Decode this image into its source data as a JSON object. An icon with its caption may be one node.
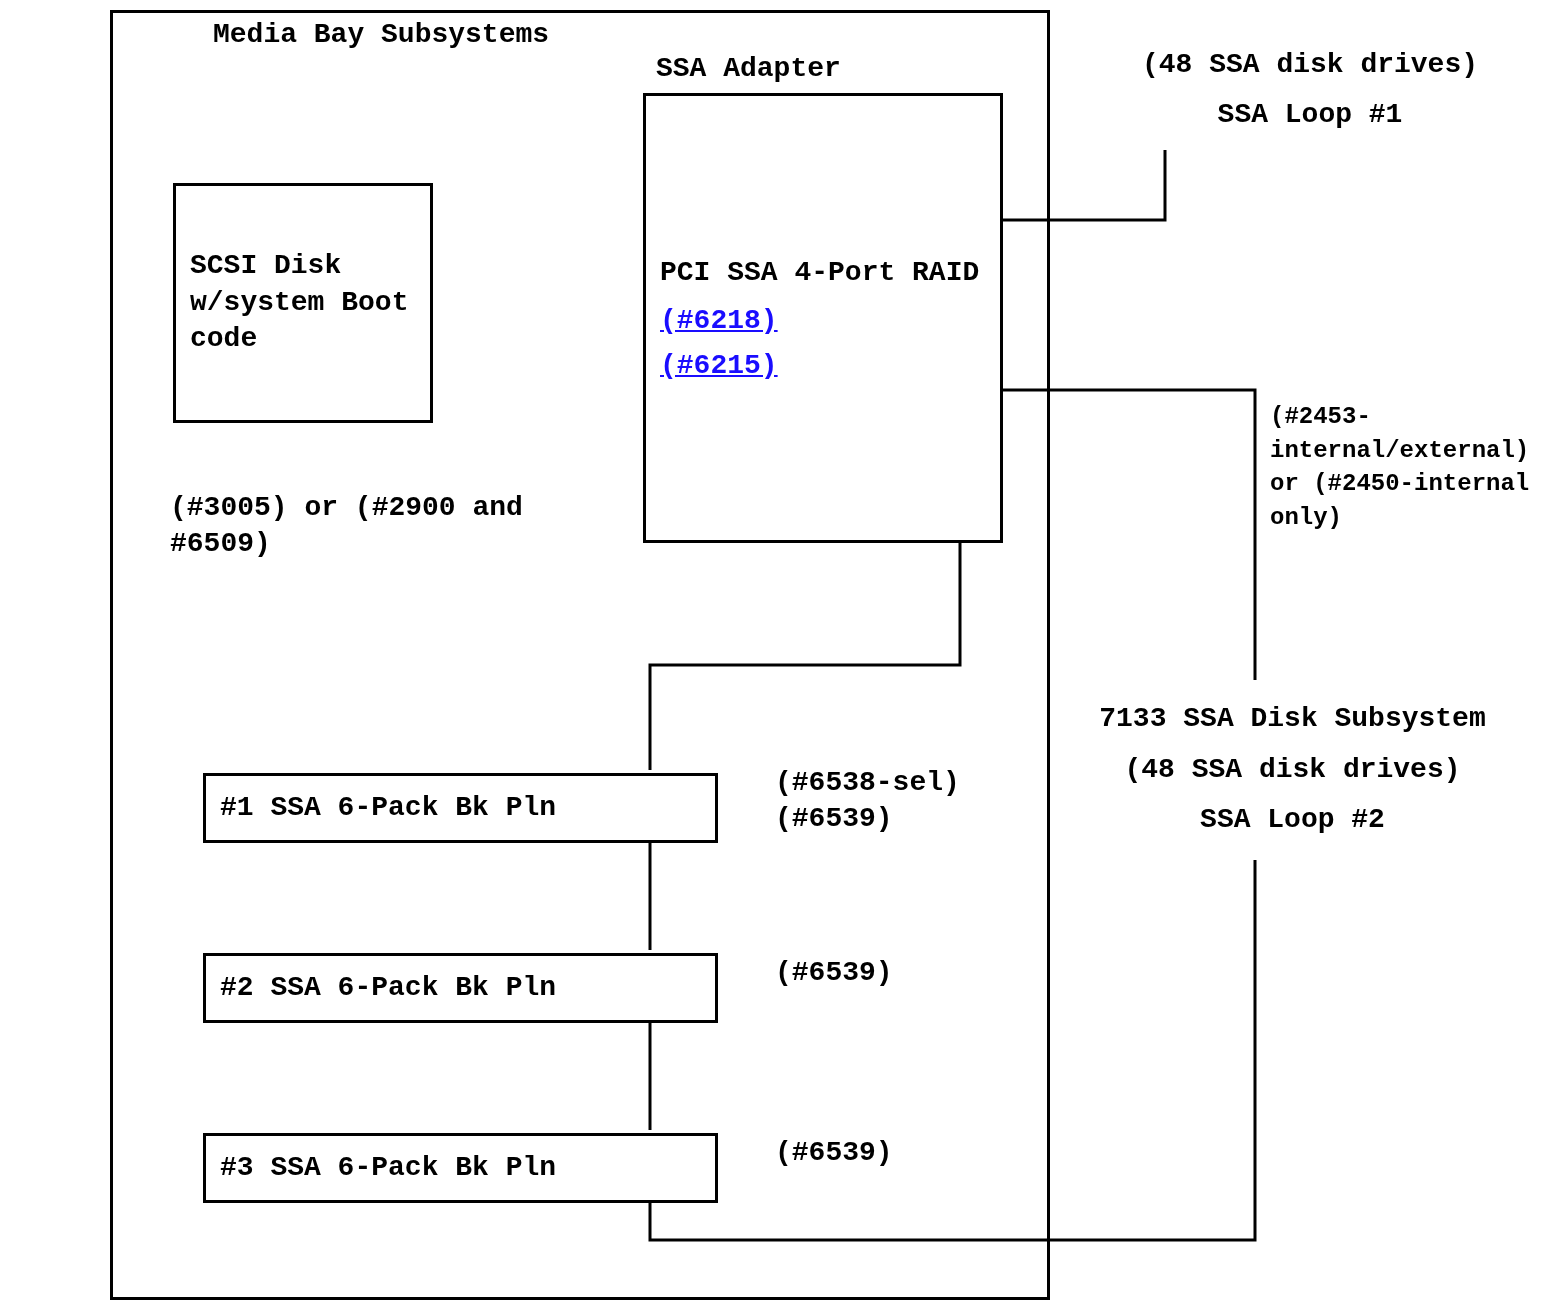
{
  "diagram": {
    "nodes": [
      {
        "text": [
          "Media Bay Subsystems"
        ]
      },
      {
        "text": [
          "SCSI Disk w/system Boot code"
        ],
        "in": 0,
        "beside": [
          "(#3005) or (#2900 and #6509)"
        ]
      },
      {
        "text": [
          "SSA Adapter",
          "PCI SSA 4-Port RAID",
          "(#6218)",
          "(#6215)"
        ],
        "in": 0
      },
      {
        "text": [
          "#1 SSA 6-Pack Bk Pln"
        ],
        "in": 0,
        "beside": [
          "(#6538-sel)",
          "(#6539)"
        ]
      },
      {
        "text": [
          "#2 SSA 6-Pack Bk Pln"
        ],
        "in": 0,
        "beside": [
          "(#6539)"
        ]
      },
      {
        "text": [
          "#3 SSA 6-Pack Bk Pln"
        ],
        "in": 0,
        "beside": [
          "(#6539)"
        ]
      },
      {
        "text": [
          "7133 SSA Disk Subsystem",
          "(48 SSA disk drives)",
          "SSA Loop #2"
        ]
      },
      {
        "text": [
          "(48 SSA disk drives)",
          "SSA Loop #1"
        ]
      }
    ],
    "edges": [
      {
        "from": 2,
        "to": 7,
        "arrow": "none"
      },
      {
        "from": 2,
        "to": 6,
        "arrow": "none"
      },
      {
        "from": 6,
        "to": 5,
        "arrow": "none"
      },
      {
        "from": 5,
        "to": 4,
        "arrow": "none"
      },
      {
        "from": 4,
        "to": 3,
        "arrow": "none"
      },
      {
        "from": 3,
        "to": 2,
        "arrow": "none"
      }
    ],
    "labels": [
      "(#2453-internal/external) or (#2450-internal only)"
    ]
  }
}
